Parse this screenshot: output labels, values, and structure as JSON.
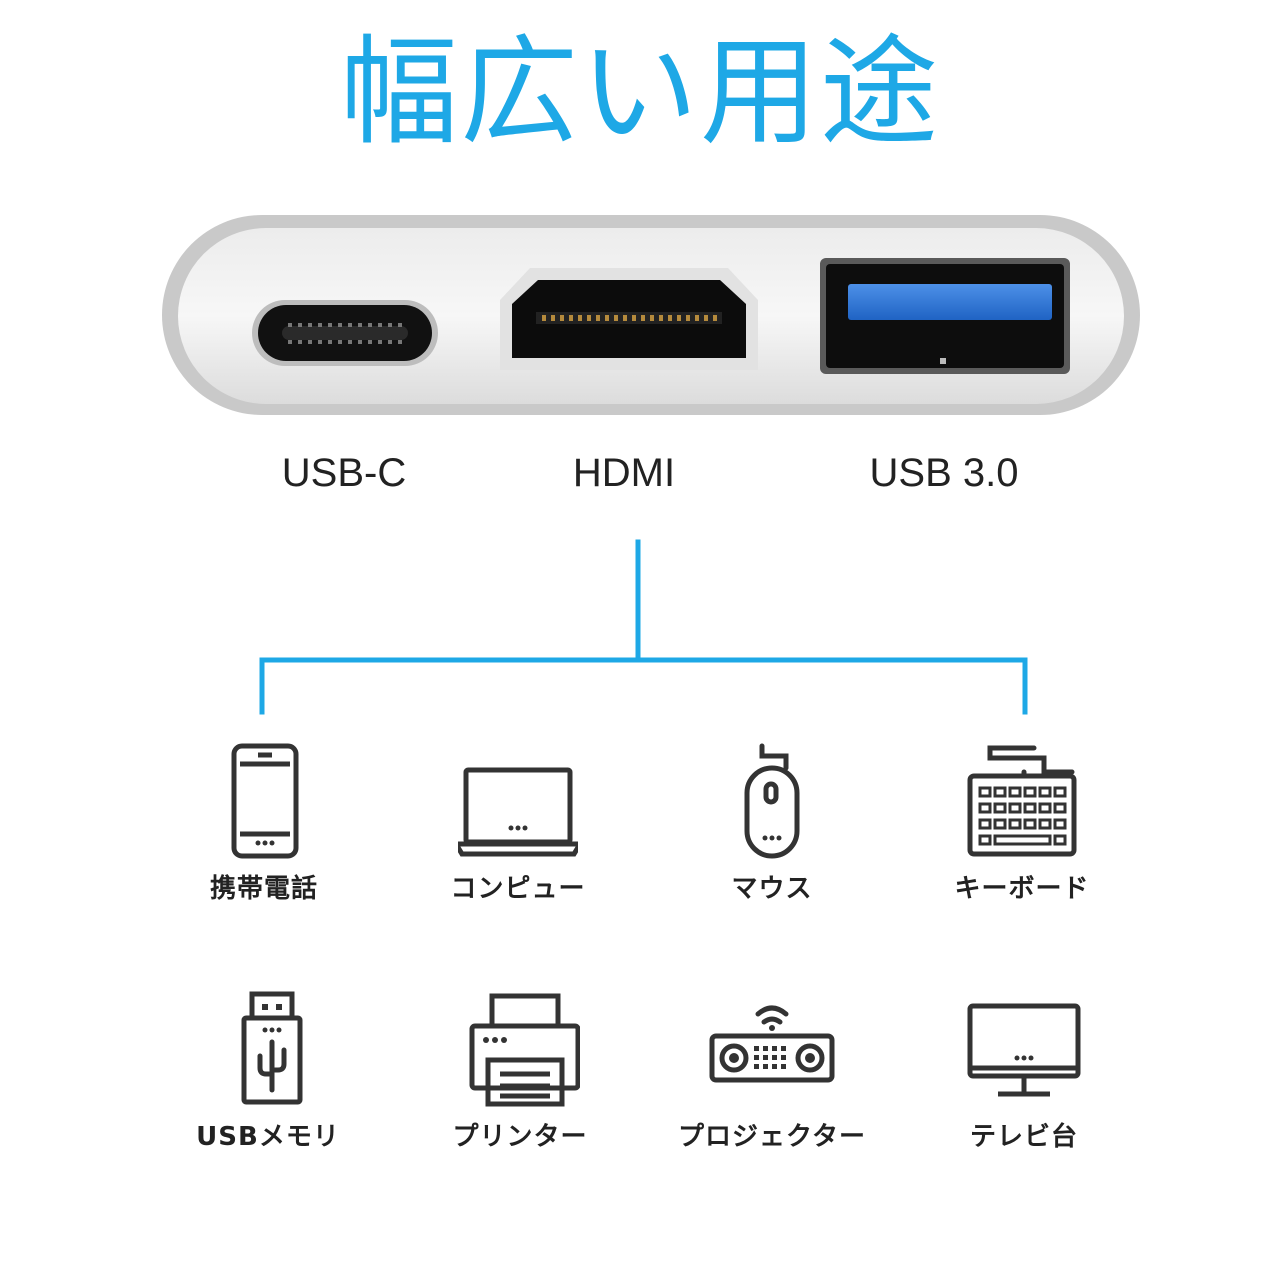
{
  "header": {
    "title": "幅広い用途"
  },
  "colors": {
    "accent": "#1ea8e6",
    "shell": "#d8d8d8",
    "port_blue": "#2f78d6"
  },
  "ports": [
    {
      "label": "USB-C",
      "icon": "usb-c-port-icon"
    },
    {
      "label": "HDMI",
      "icon": "hdmi-port-icon"
    },
    {
      "label": "USB 3.0",
      "icon": "usb-a-port-icon"
    }
  ],
  "devices": [
    {
      "label": "携帯電話",
      "icon": "smartphone-icon"
    },
    {
      "label": "コンピュー",
      "icon": "laptop-icon"
    },
    {
      "label": "マウス",
      "icon": "mouse-icon"
    },
    {
      "label": "キーボード",
      "icon": "keyboard-icon"
    },
    {
      "label": "USBメモリ",
      "icon": "usb-drive-icon"
    },
    {
      "label": "プリンター",
      "icon": "printer-icon"
    },
    {
      "label": "プロジェクター",
      "icon": "projector-icon"
    },
    {
      "label": "テレビ台",
      "icon": "monitor-icon"
    }
  ]
}
